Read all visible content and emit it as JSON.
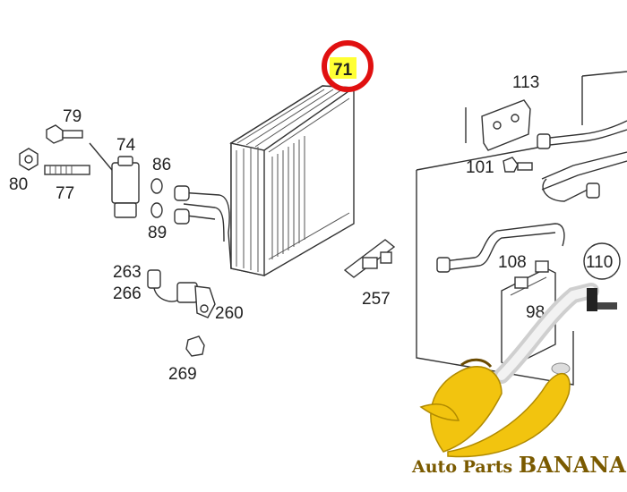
{
  "highlight": {
    "part_number": "71",
    "highlight_color": "#ffff33",
    "ring_color": "#e01010"
  },
  "labels": {
    "p79": "79",
    "p74": "74",
    "p80": "80",
    "p77": "77",
    "p86": "86",
    "p89": "89",
    "p263": "263",
    "p266": "266",
    "p260": "260",
    "p269": "269",
    "p257": "257",
    "p113": "113",
    "p101": "101",
    "p108": "108",
    "p110": "110",
    "p98": "98"
  },
  "watermark": {
    "prefix": "Auto Parts ",
    "brand": "BANANA",
    "banana_color": "#f2c40f",
    "text_color": "#7a5a00"
  }
}
